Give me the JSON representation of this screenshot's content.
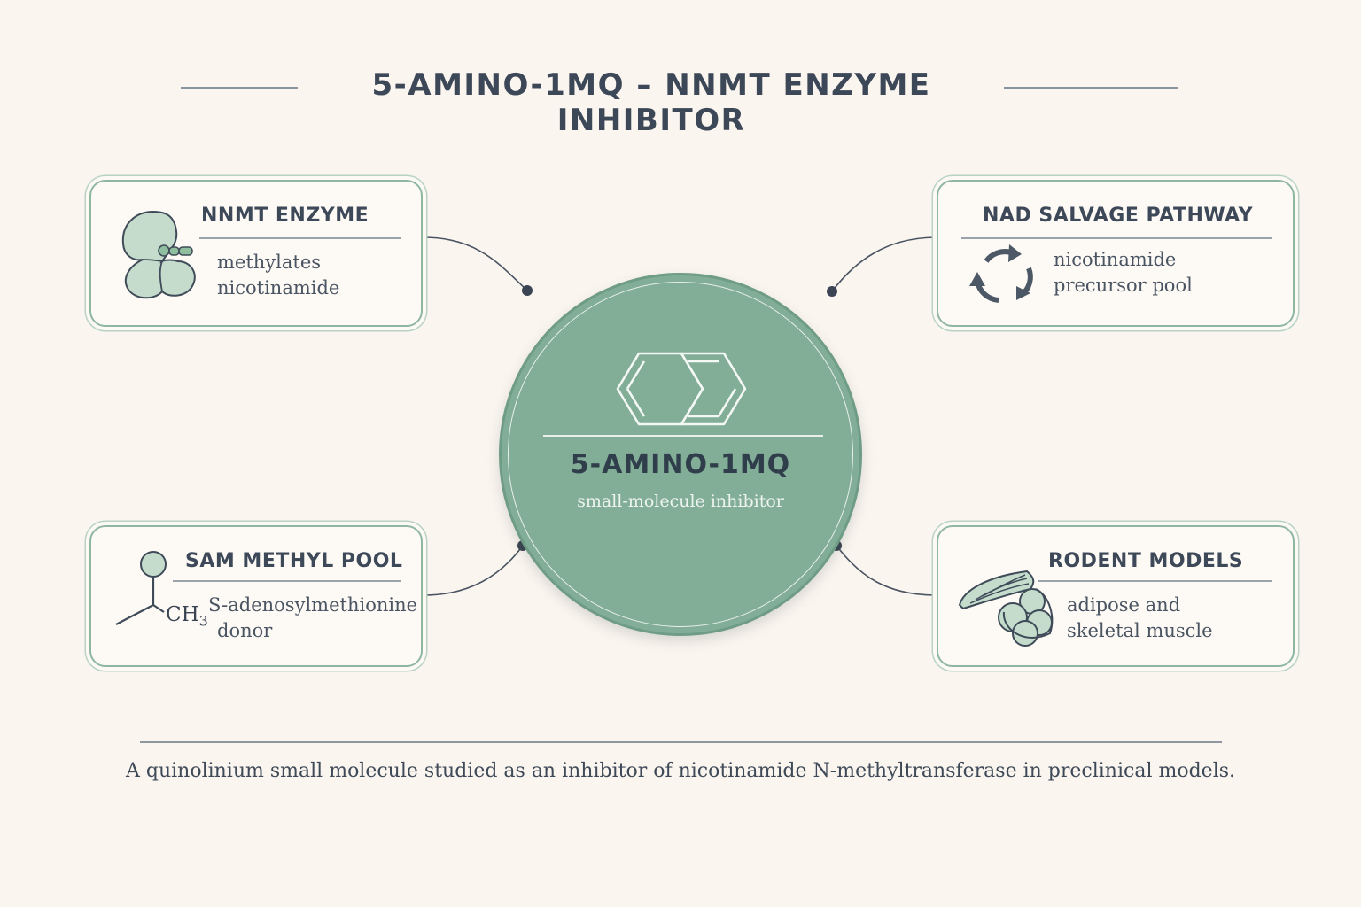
{
  "title": "5-AMINO-1MQ – NNMT ENZYME INHIBITOR",
  "center": {
    "name": "5-AMINO-1MQ",
    "subtitle": "small-molecule inhibitor",
    "icon": "naphthalene-ring-icon"
  },
  "cards": {
    "nnmt": {
      "title": "NNMT ENZYME",
      "lines": [
        "methylates",
        "nicotinamide"
      ],
      "icon": "enzyme-protein-icon"
    },
    "nad": {
      "title": "NAD SALVAGE PATHWAY",
      "lines": [
        "nicotinamide",
        "precursor pool"
      ],
      "icon": "recycle-arrows-icon"
    },
    "sam": {
      "title": "SAM METHYL POOL",
      "lines": [
        "S-adenosylmethionine",
        "donor"
      ],
      "icon": "methyl-group-icon",
      "icon_label": "CH3"
    },
    "rodent": {
      "title": "RODENT MODELS",
      "lines": [
        "adipose and",
        "skeletal muscle"
      ],
      "icon": "muscle-adipose-icon"
    }
  },
  "footer": "A quinolinium small molecule studied as an inhibitor of nicotinamide N-methyltransferase in preclinical models.",
  "colors": {
    "background": "#faf5ef",
    "accent_green": "#82ad97",
    "card_border": "#8fb79f",
    "text_dark": "#3c4757",
    "icon_gray": "#4c5866"
  }
}
